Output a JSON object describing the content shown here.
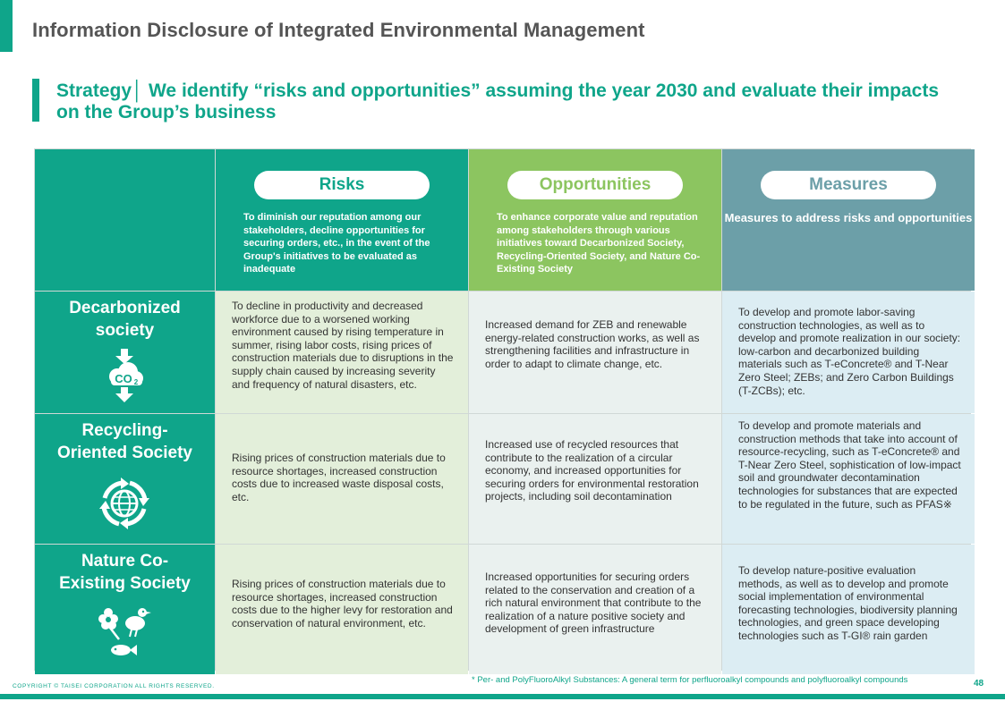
{
  "page": {
    "title": "Information Disclosure of Integrated Environmental Management",
    "strategy_heading": "Strategy│ We identify “risks and opportunities” assuming the year 2030 and evaluate their impacts on the Group’s business"
  },
  "columns": [
    {
      "label": "Risks",
      "description": "To diminish our reputation among our stakeholders, decline opportunities for securing orders, etc., in the event of the Group's initiatives to be evaluated as inadequate"
    },
    {
      "label": "Opportunities",
      "description": "To enhance corporate value and reputation among stakeholders through various initiatives toward Decarbonized Society, Recycling-Oriented Society, and Nature Co-Existing Society"
    },
    {
      "label": "Measures",
      "description": "Measures to address risks and opportunities"
    }
  ],
  "rows": [
    {
      "title_line1": "Decarbonized",
      "title_line2": "society",
      "icon": "co2-reduction-icon",
      "risk": "To decline in productivity and decreased workforce due to a worsened working environment caused by rising temperature in summer, rising labor costs, rising prices of construction materials due to disruptions in the supply chain caused by increasing severity and frequency of natural disasters, etc.",
      "opportunity": "Increased demand for ZEB and renewable energy-related construction works, as well as strengthening facilities and infrastructure in order to adapt to climate change, etc.",
      "measure": "To develop and promote labor-saving construction technologies, as well as to develop and promote realization in our society: low-carbon and decarbonized building materials such as T-eConcrete® and T-Near Zero Steel; ZEBs; and Zero Carbon Buildings (T-ZCBs); etc."
    },
    {
      "title_line1": "Recycling-",
      "title_line2": "Oriented Society",
      "icon": "recycling-globe-icon",
      "risk": "Rising prices of construction materials due to resource shortages, increased construction costs due to increased waste disposal costs, etc.",
      "opportunity": "Increased use of recycled resources that contribute to the realization of a circular economy, and increased opportunities for securing orders for environmental restoration projects, including soil decontamination",
      "measure": "To develop and promote materials and construction methods that take into account of resource-recycling, such as T-eConcrete® and T-Near Zero Steel, sophistication of low-impact soil and groundwater decontamination technologies for substances that are expected to be regulated in the future, such as PFAS※"
    },
    {
      "title_line1": "Nature Co-",
      "title_line2": "Existing Society",
      "icon": "nature-flower-bird-fish-icon",
      "risk": "Rising prices of construction materials due to resource shortages, increased construction costs due to the higher levy for restoration and conservation of natural environment, etc.",
      "opportunity": "Increased opportunities for securing orders related to the conservation and creation of a rich natural environment that contribute to the realization of a nature positive society and development of green infrastructure",
      "measure": "To develop nature-positive evaluation methods, as well as to develop and promote social implementation of environmental forecasting technologies, biodiversity planning technologies, and green space developing technologies such as T-GI® rain garden"
    }
  ],
  "footer": {
    "footnote": "* Per- and PolyFluoroAlkyl Substances: A general term for perfluoroalkyl compounds and polyfluoroalkyl compounds",
    "page_number": "48",
    "copyright": "COPYRIGHT © TAISEI CORPORATION ALL RIGHTS RESERVED."
  },
  "colors": {
    "brand_green": "#0fa58a",
    "opportunity_green": "#8cc560",
    "measures_teal": "#6c9fa8"
  }
}
